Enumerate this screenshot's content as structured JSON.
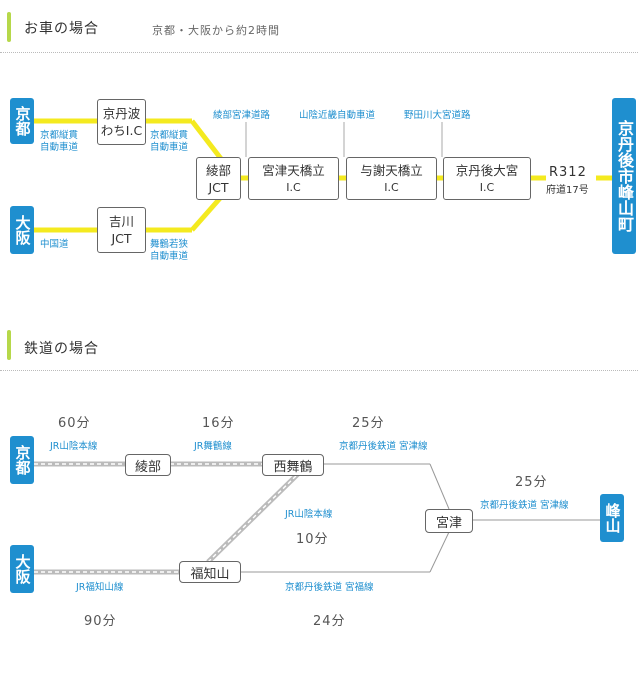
{
  "car": {
    "title": "お車の場合",
    "subtitle": "京都・大阪から約2時間",
    "origin_kyoto": "京都",
    "origin_osaka": "大阪",
    "destination": "京丹後市峰山町",
    "nodes": {
      "kyotanba_line1": "京丹波",
      "kyotanba_line2": "わちI.C",
      "yoshikawa_line1": "吉川",
      "yoshikawa_line2": "JCT",
      "ayabe_line1": "綾部",
      "ayabe_line2": "JCT",
      "miyazu_line1": "宮津天橋立",
      "miyazu_line2": "I.C",
      "yosa_line1": "与謝天橋立",
      "yosa_line2": "I.C",
      "kyotango_line1": "京丹後大宮",
      "kyotango_line2": "I.C"
    },
    "labels": {
      "kyoto_jukan_1": "京都縦貫",
      "kyoto_jukan_2": "自動車道",
      "kyoto_jukan_b1": "京都縦貫",
      "kyoto_jukan_b2": "自動車道",
      "chugoku": "中国道",
      "maizuru_1": "舞鶴若狭",
      "maizuru_2": "自動車道",
      "ayabe_miyazu": "綾部宮津道路",
      "sanin_kinki": "山陰近畿自動車道",
      "noda": "野田川大宮道路",
      "r312": "R312",
      "fudo17": "府道17号"
    }
  },
  "rail": {
    "title": "鉄道の場合",
    "origin_kyoto": "京都",
    "origin_osaka": "大阪",
    "destination": "峰山",
    "stations": {
      "ayabe": "綾部",
      "nishimaizuru": "西舞鶴",
      "fukuchiyama": "福知山",
      "miyazu": "宮津"
    },
    "lines": {
      "sanin_top": "JR山陰本線",
      "maizuru": "JR舞鶴線",
      "kyotango_miyazu": "京都丹後鉄道 宮津線",
      "kyotango_miyazu2": "京都丹後鉄道 宮津線",
      "sanin_mid": "JR山陰本線",
      "fukuchiyama": "JR福知山線",
      "kyotango_miyafuku": "京都丹後鉄道 宮福線"
    },
    "times": {
      "t60": "60分",
      "t16": "16分",
      "t25a": "25分",
      "t25b": "25分",
      "t10": "10分",
      "t90": "90分",
      "t24": "24分"
    }
  },
  "colors": {
    "road": "#f4ea1f",
    "city": "#1f8fcf",
    "accent": "#b6d84a"
  }
}
